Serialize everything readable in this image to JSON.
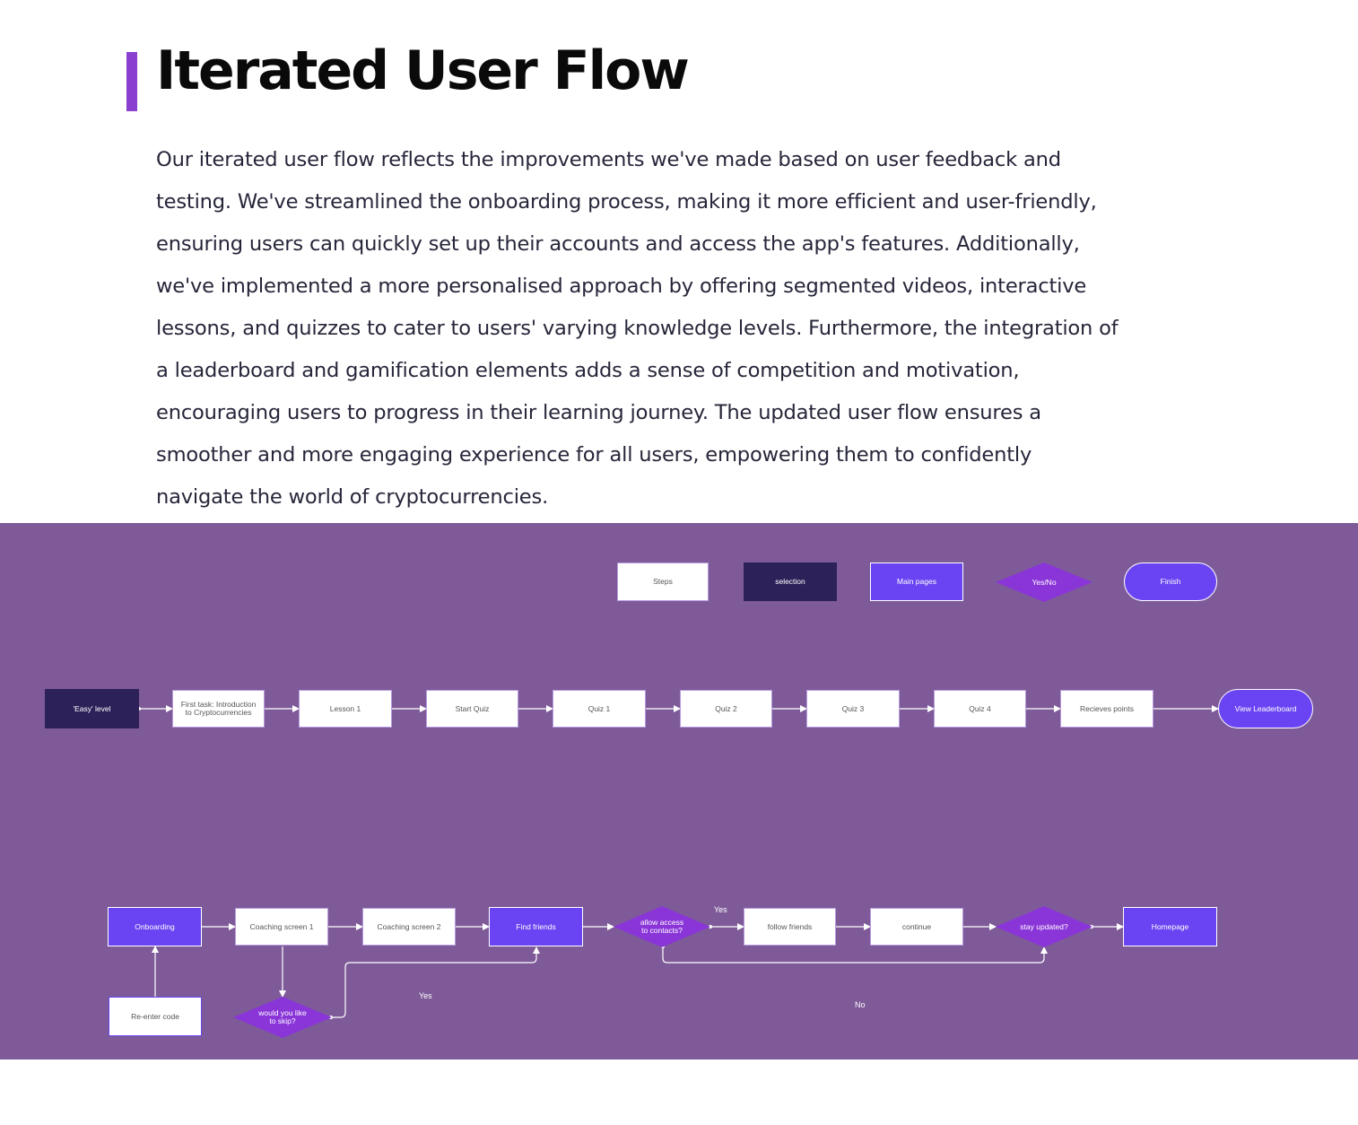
{
  "header": {
    "title": "Iterated User Flow",
    "accent_color": "#8a3fd1"
  },
  "description_lines": [
    "Our iterated user flow reflects the improvements we've made based on user feedback and",
    "testing. We've streamlined the onboarding process, making it more efficient and user-friendly,",
    "ensuring users can quickly set up their accounts and access the app's features. Additionally,",
    "we've implemented a more personalised approach by offering segmented videos, interactive",
    "lessons, and quizzes to cater to users' varying knowledge levels. Furthermore, the integration of",
    "a leaderboard and gamification elements adds a sense of competition and motivation,",
    "encouraging users to progress in their learning journey. The updated user flow ensures a",
    "smoother and more engaging experience for all users, empowering them to confidently",
    "navigate the world of cryptocurrencies."
  ],
  "diagram": {
    "colors": {
      "background": "#7e5b98",
      "selection": "#2c2158",
      "main_page": "#6a44f2",
      "decision": "#8a35d8",
      "step": "#ffffff"
    },
    "legend": {
      "steps": "Steps",
      "selection": "selection",
      "main_pages": "Main pages",
      "yes_no": "Yes/No",
      "finish": "Finish"
    },
    "learning_flow": {
      "easy_level": "'Easy' level",
      "first_task": "First task: Introduction to Cryptocurrencies",
      "lesson_1": "Lesson 1",
      "start_quiz": "Start Quiz",
      "quiz_1": "Quiz 1",
      "quiz_2": "Quiz 2",
      "quiz_3": "Quiz 3",
      "quiz_4": "Quiz 4",
      "receives_points": "Recieves points",
      "view_leaderboard": "View Leaderboard"
    },
    "onboarding_flow": {
      "onboarding": "Onboarding",
      "coaching_1": "Coaching screen 1",
      "coaching_2": "Coaching screen 2",
      "find_friends": "Find friends",
      "allow_contacts": "allow access to contacts?",
      "follow_friends": "follow friends",
      "continue": "continue",
      "stay_updated": "stay updated?",
      "homepage": "Homepage",
      "reenter_code": "Re-enter code",
      "skip_question": "would you like to skip?",
      "label_yes_contacts": "Yes",
      "label_yes_skip": "Yes",
      "label_no": "No"
    }
  }
}
